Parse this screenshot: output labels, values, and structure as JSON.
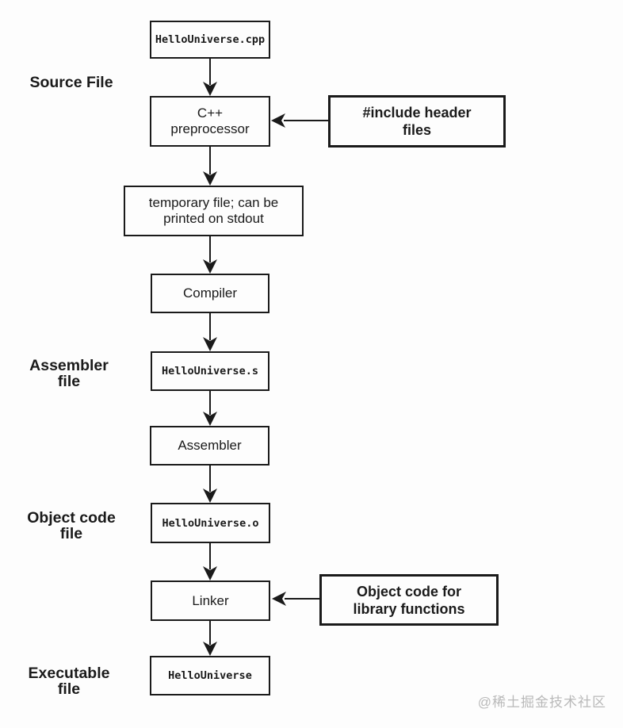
{
  "stage_labels": {
    "source_file": "Source File",
    "assembler_file": "Assembler\nfile",
    "object_code_file": "Object code\nfile",
    "executable_file": "Executable\nfile"
  },
  "nodes": {
    "source": "HelloUniverse.cpp",
    "preprocessor": "C++\npreprocessor",
    "temp_file": "temporary file; can be\nprinted on stdout",
    "compiler": "Compiler",
    "assembly_file": "HelloUniverse.s",
    "assembler": "Assembler",
    "object_file": "HelloUniverse.o",
    "linker": "Linker",
    "executable": "HelloUniverse"
  },
  "inputs": {
    "include_headers": "#include header\nfiles",
    "library_objects": "Object code for\nlibrary functions"
  },
  "watermark": "@稀土掘金技术社区",
  "colors": {
    "ink": "#1a1a1a",
    "background": "#fdfdfd",
    "watermark_gray": "#b9b9b9"
  }
}
